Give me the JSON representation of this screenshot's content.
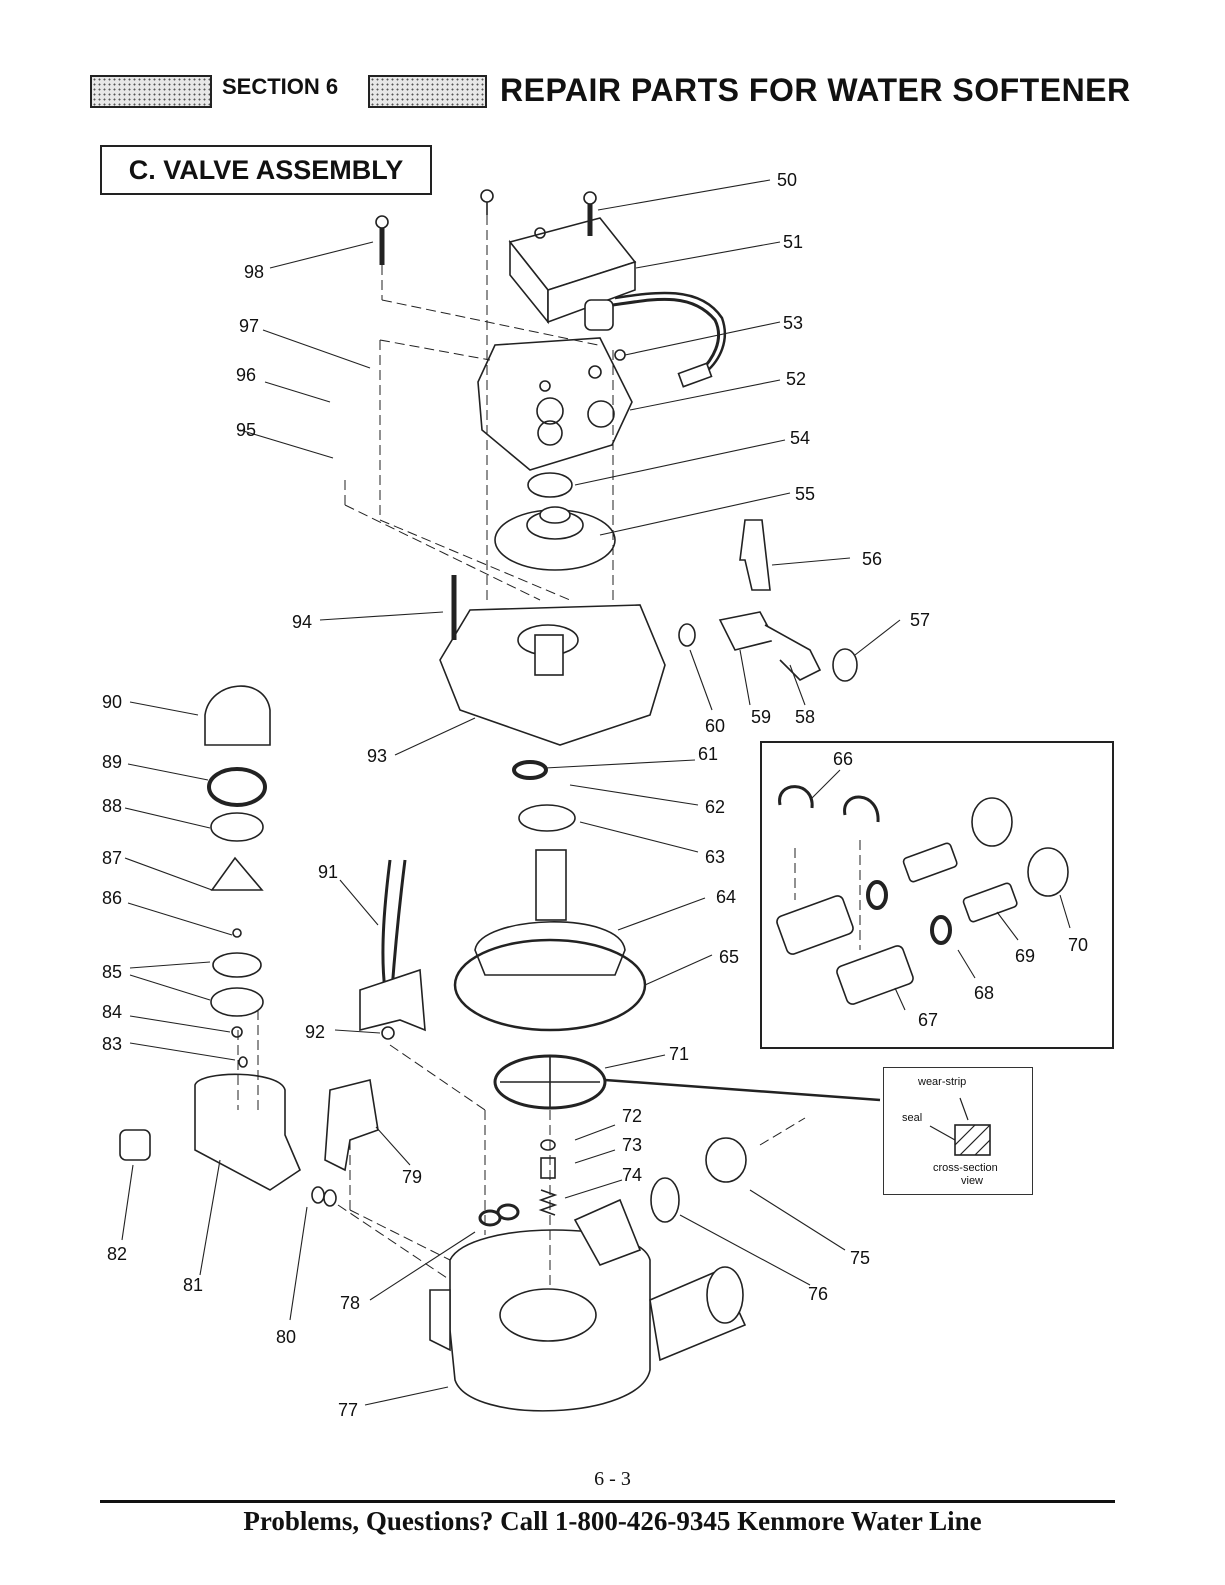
{
  "header": {
    "section_label": "SECTION 6",
    "title": "REPAIR PARTS FOR WATER SOFTENER"
  },
  "subsection": "C. VALVE ASSEMBLY",
  "part_numbers": [
    "50",
    "51",
    "52",
    "53",
    "54",
    "55",
    "56",
    "57",
    "58",
    "59",
    "60",
    "61",
    "62",
    "63",
    "64",
    "65",
    "66",
    "67",
    "68",
    "69",
    "70",
    "71",
    "72",
    "73",
    "74",
    "75",
    "76",
    "77",
    "78",
    "79",
    "80",
    "81",
    "82",
    "83",
    "84",
    "85",
    "86",
    "87",
    "88",
    "89",
    "90",
    "91",
    "92",
    "93",
    "94",
    "95",
    "96",
    "97",
    "98"
  ],
  "cross_section": {
    "wear_strip": "wear-strip",
    "seal": "seal",
    "caption_1": "cross-section",
    "caption_2": "view"
  },
  "footer": {
    "page_number": "6 - 3",
    "text": "Problems, Questions? Call 1-800-426-9345 Kenmore Water Line"
  }
}
